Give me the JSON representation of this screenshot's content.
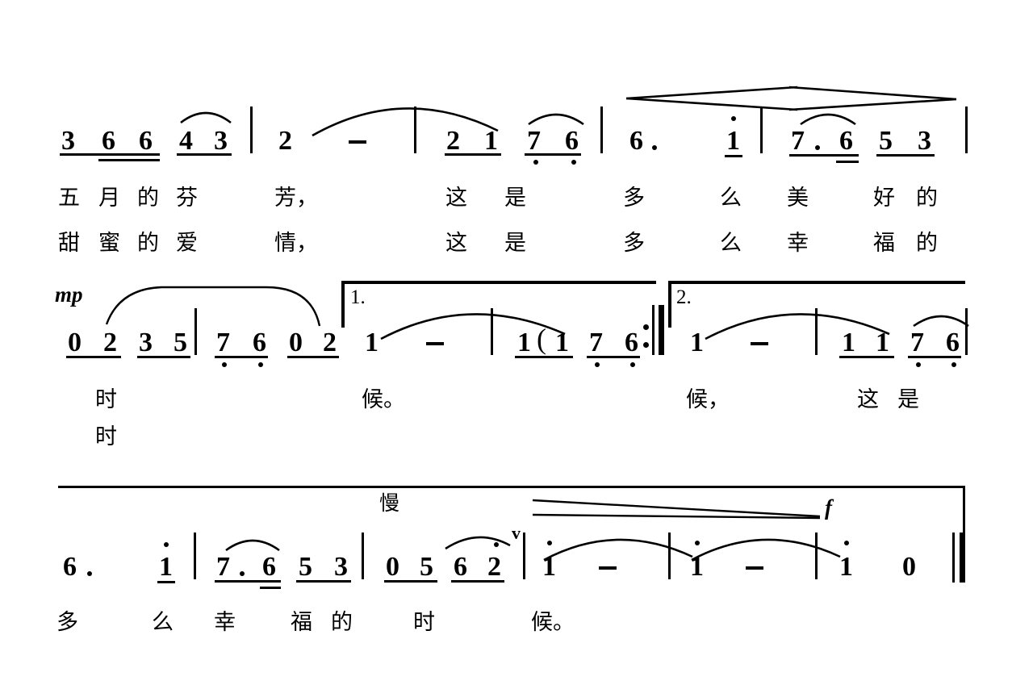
{
  "document": {
    "type": "jianpu-numbered-musical-notation",
    "language": "zh",
    "background_color": "#ffffff",
    "ink_color": "#000000"
  },
  "systems": [
    {
      "id": "system-1",
      "measures": [
        {
          "id": "m1",
          "notes": [
            "3",
            "6",
            "6",
            "4",
            "3"
          ]
        },
        {
          "id": "m2",
          "notes": [
            "2",
            "-"
          ]
        },
        {
          "id": "m3",
          "notes": [
            "2",
            "1",
            "7",
            "6"
          ]
        },
        {
          "id": "m4",
          "notes": [
            "6.",
            "1"
          ]
        },
        {
          "id": "m5",
          "notes": [
            "7.",
            "6",
            "5",
            "3"
          ]
        }
      ],
      "lyrics_verse1": [
        "五",
        "月",
        "的",
        "芬",
        "芳，",
        "这",
        "是",
        "多",
        "么",
        "美",
        "好",
        "的"
      ],
      "lyrics_verse2": [
        "甜",
        "蜜",
        "的",
        "爱",
        "情，",
        "这",
        "是",
        "多",
        "么",
        "幸",
        "福",
        "的"
      ],
      "dynamics": [
        {
          "mark": "crescendo",
          "symbol": "<"
        },
        {
          "mark": "diminuendo",
          "symbol": ">"
        }
      ]
    },
    {
      "id": "system-2",
      "dynamic_start": "mp",
      "measures": [
        {
          "id": "m6",
          "notes": [
            "0",
            "2",
            "3",
            "5"
          ]
        },
        {
          "id": "m7",
          "notes": [
            "7",
            "6",
            "0",
            "2"
          ]
        },
        {
          "id": "m8",
          "volta": "1.",
          "notes": [
            "1",
            "-"
          ]
        },
        {
          "id": "m9",
          "volta": "1.",
          "notes": [
            "1",
            "(",
            "1",
            "7",
            "6"
          ]
        },
        {
          "id": "m10",
          "volta": "2.",
          "notes": [
            "1",
            "-"
          ]
        },
        {
          "id": "m11",
          "volta": "2.",
          "notes": [
            "1",
            "1",
            "7",
            "6"
          ]
        }
      ],
      "lyrics_verse1": [
        "时",
        "候。",
        "候，",
        "这",
        "是"
      ],
      "lyrics_verse2": [
        "时"
      ],
      "repeat_sign": ":||"
    },
    {
      "id": "system-3",
      "measures": [
        {
          "id": "m12",
          "notes": [
            "6.",
            "1"
          ]
        },
        {
          "id": "m13",
          "notes": [
            "7.",
            "6",
            "5",
            "3"
          ]
        },
        {
          "id": "m14",
          "notes": [
            "0",
            "5",
            "6",
            "2"
          ]
        },
        {
          "id": "m15",
          "notes": [
            "1",
            "-"
          ]
        },
        {
          "id": "m16",
          "notes": [
            "1",
            "-"
          ]
        },
        {
          "id": "m17",
          "notes": [
            "1",
            "0"
          ]
        }
      ],
      "expression": "慢",
      "dynamic_end": "f",
      "breath_mark": "v",
      "lyrics_verse1": [
        "多",
        "么",
        "幸",
        "福",
        "的",
        "时",
        "候。"
      ],
      "final_barline": "||"
    }
  ],
  "notes_line1": {
    "m1": [
      "3",
      "6",
      "6",
      "4",
      "3"
    ],
    "m2": [
      "2",
      "-"
    ],
    "m3": [
      "2",
      "1",
      "7",
      "6"
    ],
    "m4_a": "6",
    "m4_b": "1",
    "m5": [
      "7",
      "6",
      "5",
      "3"
    ]
  },
  "notes_line2": {
    "m6": [
      "0",
      "2",
      "3",
      "5"
    ],
    "m7": [
      "7",
      "6",
      "0",
      "2"
    ],
    "v1_m8": [
      "1",
      "-"
    ],
    "v1_m9": [
      "1",
      "(",
      "1",
      "7",
      "6"
    ],
    "v2_m10": [
      "1",
      "-"
    ],
    "v2_m11": [
      "1",
      "1",
      "7",
      "6"
    ]
  },
  "notes_line3": {
    "m12_a": "6",
    "m12_b": "1",
    "m13": [
      "7",
      "6",
      "5",
      "3"
    ],
    "m14": [
      "0",
      "5",
      "6",
      "2"
    ],
    "m15": [
      "1",
      "-"
    ],
    "m16": [
      "1",
      "-"
    ],
    "m17": [
      "1",
      "0"
    ]
  },
  "lyrics": {
    "l1v1": [
      "五",
      "月",
      "的",
      "芬",
      "芳，",
      "这",
      "是",
      "多",
      "么",
      "美",
      "好",
      "的"
    ],
    "l1v2": [
      "甜",
      "蜜",
      "的",
      "爱",
      "情，",
      "这",
      "是",
      "多",
      "么",
      "幸",
      "福",
      "的"
    ],
    "l2v1": [
      "时",
      "候。",
      "候，",
      "这",
      "是"
    ],
    "l2v2": [
      "时"
    ],
    "l3v1": [
      "多",
      "么",
      "幸",
      "福",
      "的",
      "时",
      "候。"
    ]
  },
  "markings": {
    "mp": "mp",
    "f": "f",
    "slow": "慢",
    "breath": "v",
    "volta1": "1.",
    "volta2": "2.",
    "open_paren": "("
  }
}
